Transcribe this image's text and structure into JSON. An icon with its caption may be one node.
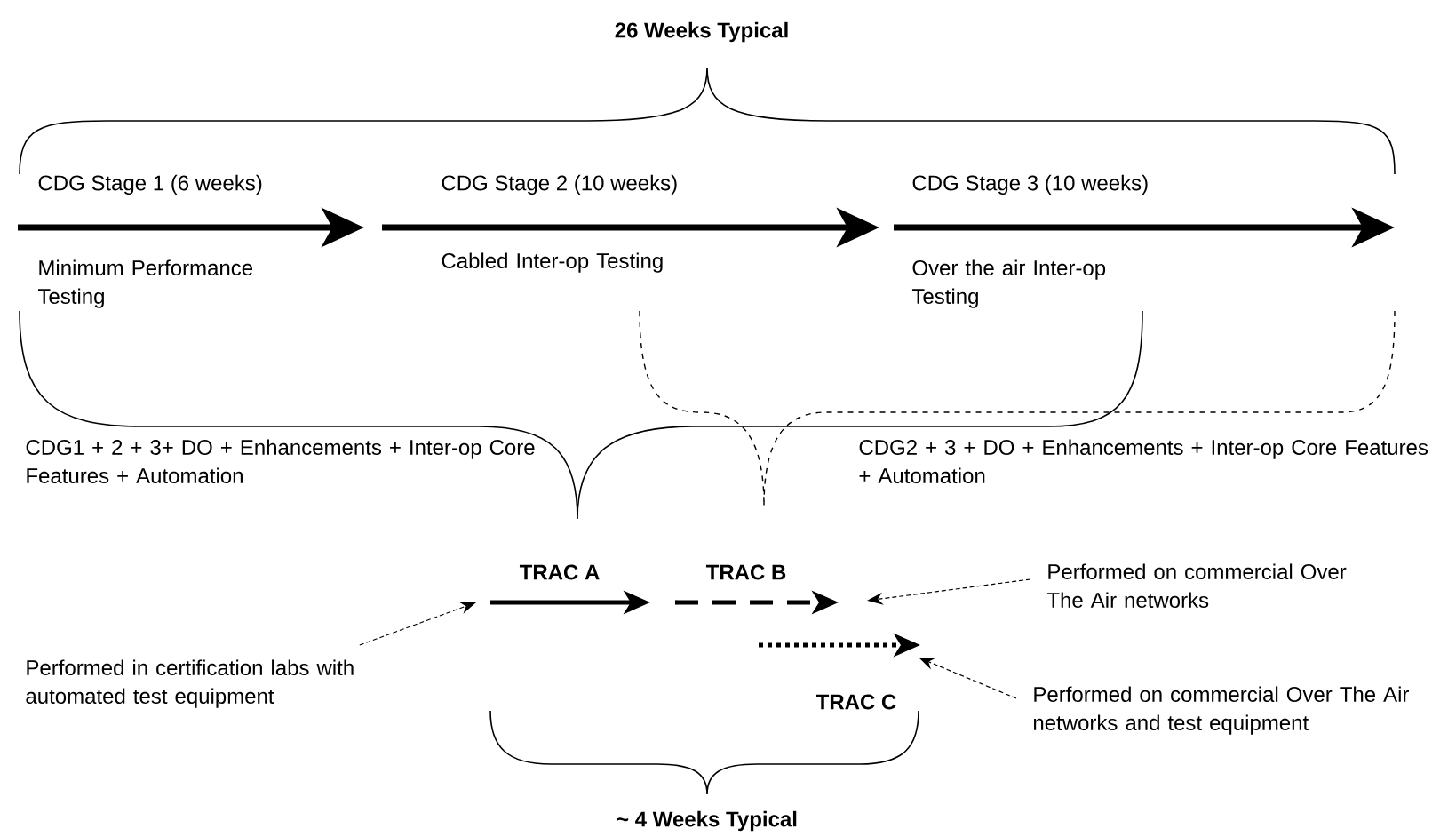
{
  "diagram": {
    "nodes": [
      {
        "text": [
          "Performed in certification labs with automated test equipment"
        ]
      },
      {
        "text": [
          "Performed on commercial Over The Air networks"
        ]
      },
      {
        "text": [
          "Performed on commercial Over The Air networks and test equipment"
        ]
      }
    ],
    "edges": [
      {
        "from": 0,
        "to": null,
        "arrow": "to"
      },
      {
        "from": 1,
        "to": null,
        "arrow": "to"
      },
      {
        "from": 2,
        "to": null,
        "arrow": "to"
      }
    ],
    "labels": [
      "26 Weeks Typical",
      "CDG Stage 1 (6 weeks)",
      "CDG Stage 2 (10 weeks)",
      "CDG Stage 3 (10 weeks)",
      "Minimum Performance Testing",
      "Cabled Inter-op Testing",
      "Over the air Inter-op Testing",
      "CDG1 + 2 + 3+ DO + Enhancements + Inter-op Core Features + Automation",
      "CDG2 + 3 + DO + Enhancements + Inter-op Core Features + Automation",
      "TRAC A",
      "TRAC B",
      "TRAC C",
      "~ 4 Weeks Typical"
    ]
  }
}
